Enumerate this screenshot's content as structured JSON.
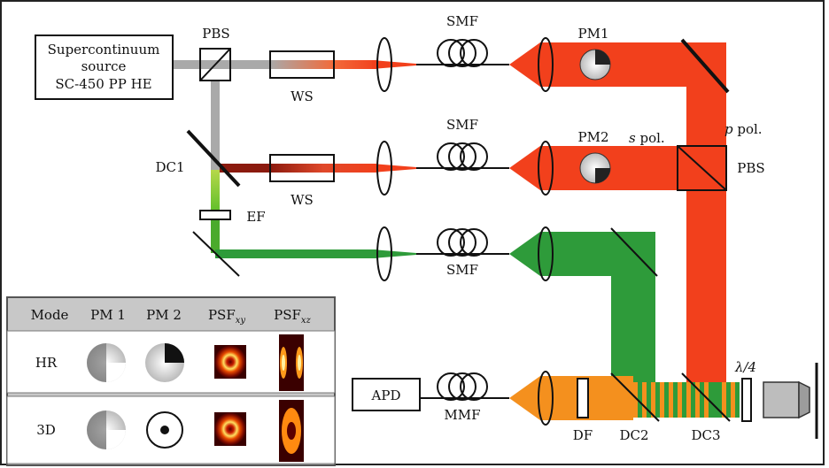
{
  "labels": {
    "source_line1": "Supercontinuum",
    "source_line2": "source",
    "source_line3": "SC-450 PP HE",
    "pbs_top": "PBS",
    "ws_top": "WS",
    "ws_mid": "WS",
    "dc1": "DC1",
    "ef": "EF",
    "smf_top": "SMF",
    "smf_mid": "SMF",
    "smf_bottom": "SMF",
    "pm1": "PM1",
    "pm2": "PM2",
    "s_pol_letter": "s",
    "s_pol_text": " pol.",
    "p_pol_letter": "p",
    "p_pol_text": " pol.",
    "pbs_right": "PBS",
    "apd": "APD",
    "mmf": "MMF",
    "df": "DF",
    "dc2": "DC2",
    "dc3": "DC3",
    "lambda_quarter": "λ/4"
  },
  "table": {
    "headers": [
      "Mode",
      "PM 1",
      "PM 2",
      "PSF",
      "PSF"
    ],
    "psf_xy_sub": "xy",
    "psf_xz_sub": "xz",
    "rows": [
      {
        "mode": "HR"
      },
      {
        "mode": "3D"
      }
    ]
  },
  "colors": {
    "red": "#f2401c",
    "green": "#2e9b3a",
    "orange": "#f4901e",
    "gray_beam": "#a9a9a9",
    "table_bg": "#c8c8c8"
  }
}
